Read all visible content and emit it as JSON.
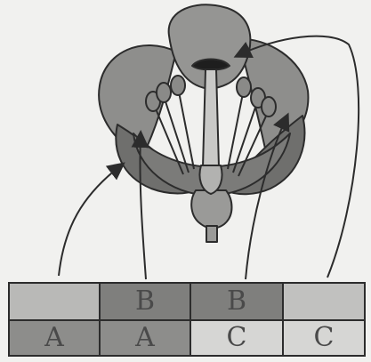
{
  "diagram": {
    "row1": [
      {
        "label": "",
        "shade": "light"
      },
      {
        "label": "B",
        "shade": "dark"
      },
      {
        "label": "B",
        "shade": "dark"
      },
      {
        "label": "",
        "shade": "light"
      }
    ],
    "row2": [
      {
        "label": "A",
        "shade": "mid"
      },
      {
        "label": "A",
        "shade": "mid"
      },
      {
        "label": "C",
        "shade": "pale"
      },
      {
        "label": "C",
        "shade": "pale"
      }
    ],
    "colors": {
      "background": "#f1f1ef",
      "petal": "#8c8c8a",
      "petal_dark": "#6e6e6c",
      "stroke": "#2c2c2c",
      "light": "#b9b9b7",
      "dark": "#7f7f7d",
      "mid": "#8d8d8b",
      "pale": "#d6d6d4"
    }
  }
}
